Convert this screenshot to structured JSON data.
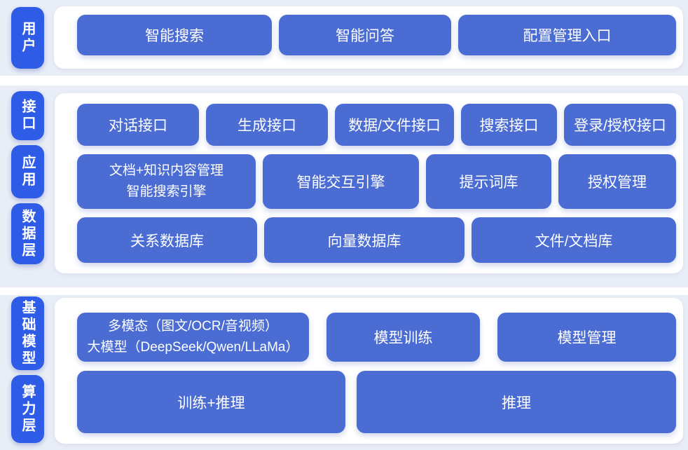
{
  "colors": {
    "pill_blue": "#2e5ce6",
    "block_blue": "#4b6dd3",
    "band_background": "#e9edf6",
    "panel_background": "#ffffff",
    "text": "#ffffff"
  },
  "pills": {
    "user": "用户",
    "interface": "接口",
    "application": "应用",
    "data_layer": "数据层",
    "foundation_model": "基础模型",
    "compute_layer": "算力层"
  },
  "rows": {
    "user": [
      "智能搜索",
      "智能问答",
      "配置管理入口"
    ],
    "interface": [
      "对话接口",
      "生成接口",
      "数据/文件接口",
      "搜索接口",
      "登录/授权接口"
    ],
    "application": [
      "文档+知识内容管理\n智能搜索引擎",
      "智能交互引擎",
      "提示词库",
      "授权管理"
    ],
    "data_layer": [
      "关系数据库",
      "向量数据库",
      "文件/文档库"
    ],
    "foundation_model": [
      "多模态（图文/OCR/音视频）\n大模型（DeepSeek/Qwen/LLaMa）",
      "模型训练",
      "模型管理"
    ],
    "compute_layer": [
      "训练+推理",
      "推理"
    ]
  }
}
